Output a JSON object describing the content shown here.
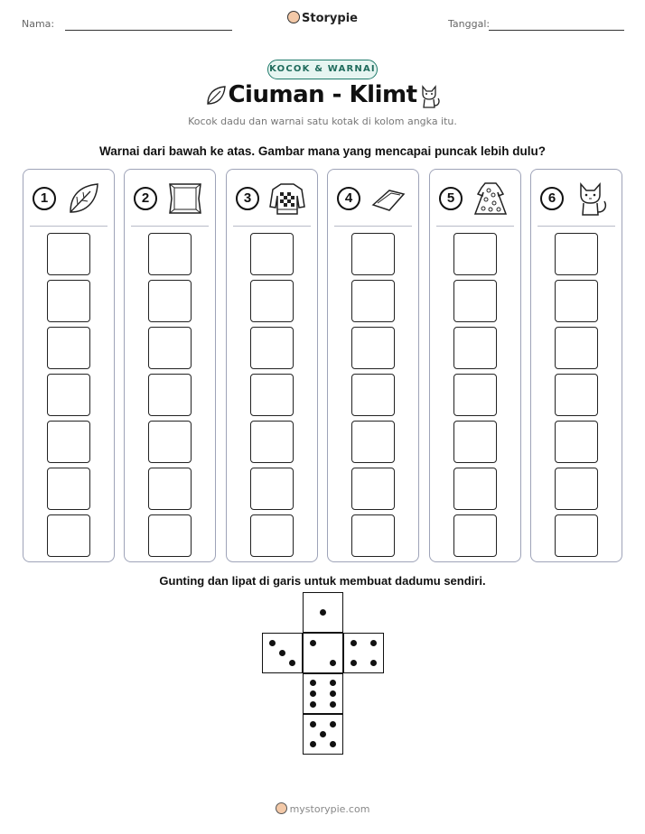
{
  "header": {
    "name_label": "Nama:",
    "date_label": "Tanggal:",
    "brand": "Storypie"
  },
  "badge": "KOCOK & WARNAI",
  "title": "Ciuman - Klimt",
  "subtitle": "Kocok dadu dan warnai satu kotak di kolom angka itu.",
  "instruction": "Warnai dari bawah ke atas. Gambar mana yang mencapai puncak lebih dulu?",
  "columns": [
    {
      "number": "1",
      "icon": "leaf-icon"
    },
    {
      "number": "2",
      "icon": "pillow-icon"
    },
    {
      "number": "3",
      "icon": "sweater-icon"
    },
    {
      "number": "4",
      "icon": "napkin-icon"
    },
    {
      "number": "5",
      "icon": "dress-icon"
    },
    {
      "number": "6",
      "icon": "cat-icon"
    }
  ],
  "boxes_per_column": 7,
  "cut_instruction": "Gunting dan lipat di garis untuk membuat dadumu sendiri.",
  "footer": "mystorypie.com"
}
